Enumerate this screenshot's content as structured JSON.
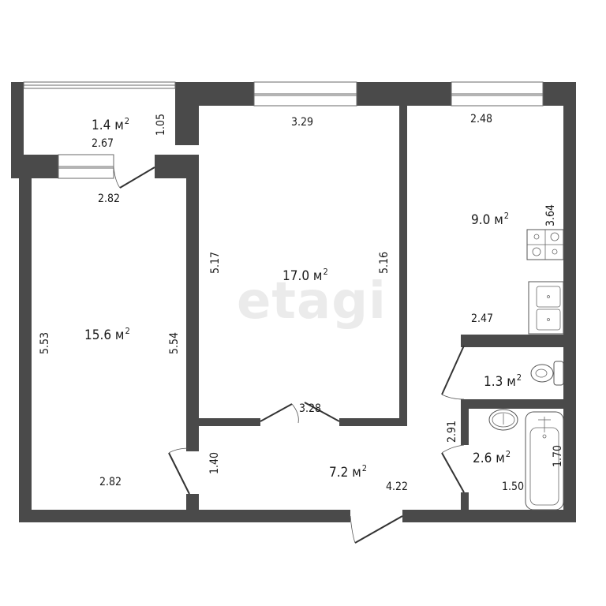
{
  "floor_plan": {
    "watermark": "etagi",
    "area_unit": "м",
    "area_exp": "2",
    "rooms": {
      "balcony": {
        "area": "1.4",
        "width": "2.67",
        "depth": "1.05",
        "door_width": "2.82"
      },
      "bedroom_left": {
        "area": "15.6",
        "left_length": "5.53",
        "right_length": "5.54",
        "bottom_width": "2.82"
      },
      "living_room": {
        "area": "17.0",
        "top_width": "3.29",
        "left_length": "5.17",
        "right_length": "5.16",
        "bottom_width": "3.28"
      },
      "kitchen": {
        "area": "9.0",
        "top_width": "2.48",
        "length": "3.64",
        "bottom_width": "2.47"
      },
      "toilet": {
        "area": "1.3"
      },
      "bathroom": {
        "area": "2.6",
        "width": "1.50",
        "bath_length": "1.70"
      },
      "hallway": {
        "area": "7.2",
        "length": "4.22",
        "width": "1.40",
        "side_length": "2.91"
      }
    }
  }
}
